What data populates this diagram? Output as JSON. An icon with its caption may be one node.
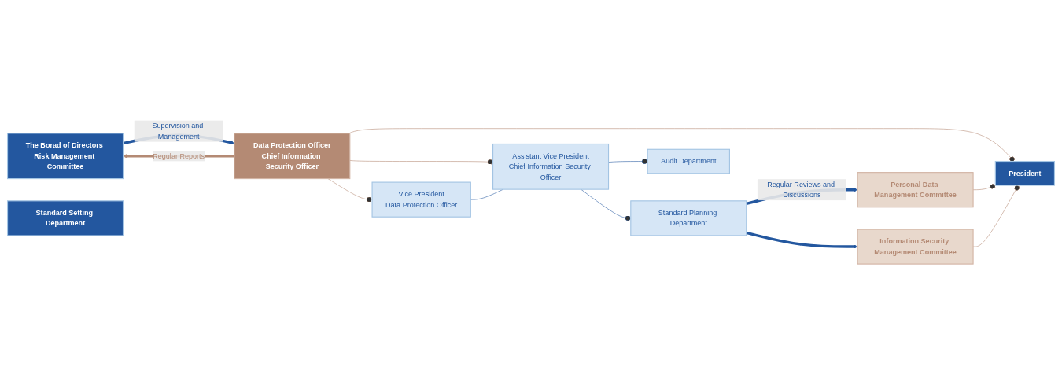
{
  "diagram": {
    "nodes": [
      {
        "text": [
          "The Borad of Directors Risk Management Committee"
        ]
      },
      {
        "text": [
          "Standard Setting Department"
        ]
      },
      {
        "text": [
          "Data Protection Officer",
          "Chief Information Security Officer"
        ]
      },
      {
        "text": [
          "President"
        ]
      },
      {
        "text": [
          "Vice President",
          "Data Protection Officer"
        ]
      },
      {
        "text": [
          "Assistant Vice President",
          "Chief Information Security Officer"
        ]
      },
      {
        "text": [
          "Personal Data Management Committee"
        ]
      },
      {
        "text": [
          "Information Security Management Committee"
        ]
      },
      {
        "text": [
          "Standard Planning Department"
        ]
      },
      {
        "text": [
          "Audit Department"
        ]
      }
    ],
    "edges": [
      {
        "from": 2,
        "to": 0,
        "arrow": "to",
        "label": "Regular Reports",
        "style": "thick",
        "color": "#b48a74"
      },
      {
        "from": 0,
        "to": 2,
        "arrow": "to",
        "label": "Supervision and Management",
        "style": "thick",
        "color": "#23579f"
      },
      {
        "from": 2,
        "to": 3,
        "arrow": "other",
        "color": "#b48a74"
      },
      {
        "from": 2,
        "to": 4,
        "arrow": "other",
        "color": "#b48a74"
      },
      {
        "from": 2,
        "to": 5,
        "arrow": "other",
        "color": "#b48a74"
      },
      {
        "from": 4,
        "to": 5,
        "arrow": "none",
        "color": "#23579f"
      },
      {
        "from": 6,
        "to": 3,
        "arrow": "other",
        "color": "#b48a74"
      },
      {
        "from": 7,
        "to": 3,
        "arrow": "other",
        "color": "#b48a74"
      },
      {
        "from": 5,
        "to": 8,
        "arrow": "other",
        "color": "#23579f"
      },
      {
        "from": 5,
        "to": 9,
        "arrow": "other",
        "color": "#23579f"
      },
      {
        "from": 8,
        "to": 6,
        "arrow": "to",
        "label": "Regular Reviews and Discussions",
        "style": "thick",
        "color": "#23579f"
      },
      {
        "from": 8,
        "to": 7,
        "arrow": "to",
        "style": "thick",
        "color": "#23579f"
      }
    ]
  }
}
